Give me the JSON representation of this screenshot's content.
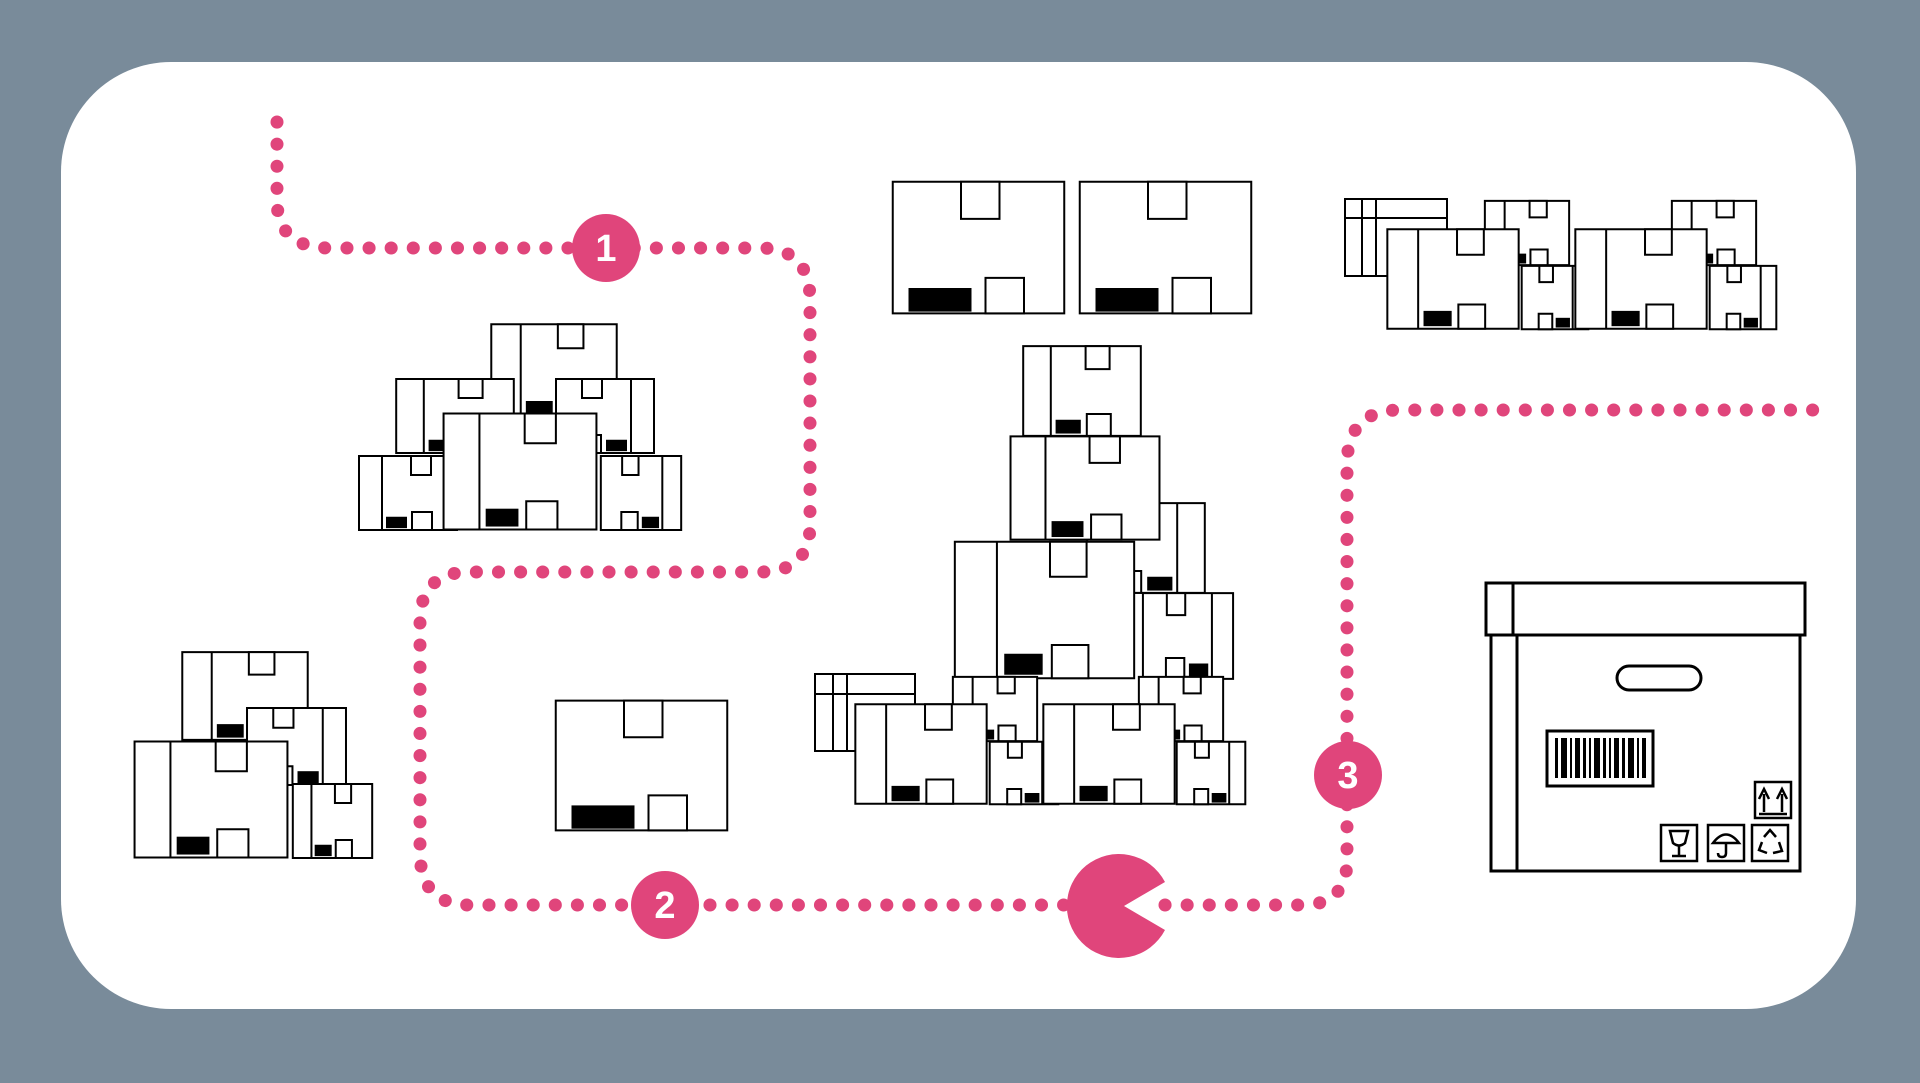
{
  "colors": {
    "frame": "#798b9a",
    "panel": "#ffffff",
    "accent": "#e0457b",
    "ink": "#000000"
  },
  "waypoints": [
    {
      "label": "1"
    },
    {
      "label": "2"
    },
    {
      "label": "3"
    }
  ],
  "icons": [
    "dotted-route-icon",
    "pacman-icon",
    "cardboard-box-icon",
    "archive-box-icon",
    "barcode-icon",
    "this-way-up-icon",
    "fragile-icon",
    "keep-dry-icon",
    "recycle-icon"
  ]
}
